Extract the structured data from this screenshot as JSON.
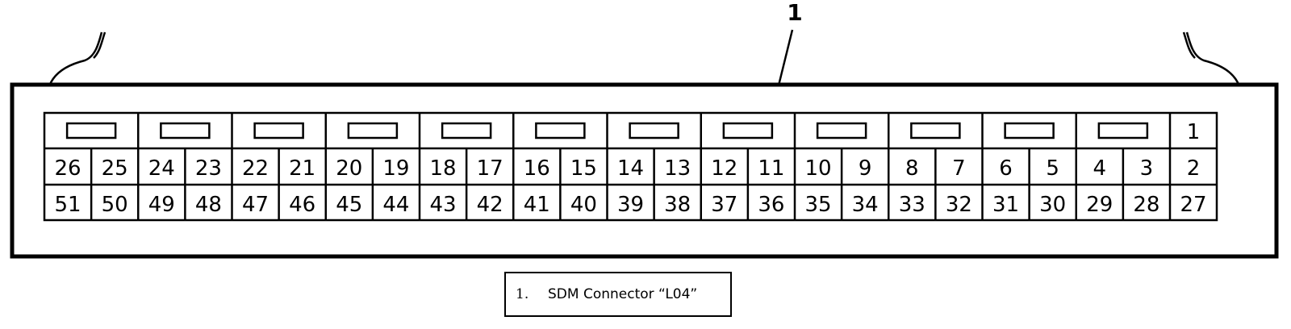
{
  "callout": {
    "number": "1"
  },
  "connector": {
    "top_row": [
      "1"
    ],
    "row_middle": [
      "26",
      "25",
      "24",
      "23",
      "22",
      "21",
      "20",
      "19",
      "18",
      "17",
      "16",
      "15",
      "14",
      "13",
      "12",
      "11",
      "10",
      "9",
      "8",
      "7",
      "6",
      "5",
      "4",
      "3",
      "2"
    ],
    "row_bottom": [
      "51",
      "50",
      "49",
      "48",
      "47",
      "46",
      "45",
      "44",
      "43",
      "42",
      "41",
      "40",
      "39",
      "38",
      "37",
      "36",
      "35",
      "34",
      "33",
      "32",
      "31",
      "30",
      "29",
      "28",
      "27"
    ]
  },
  "legend": {
    "number": "1.",
    "text": "SDM Connector “L04”"
  }
}
